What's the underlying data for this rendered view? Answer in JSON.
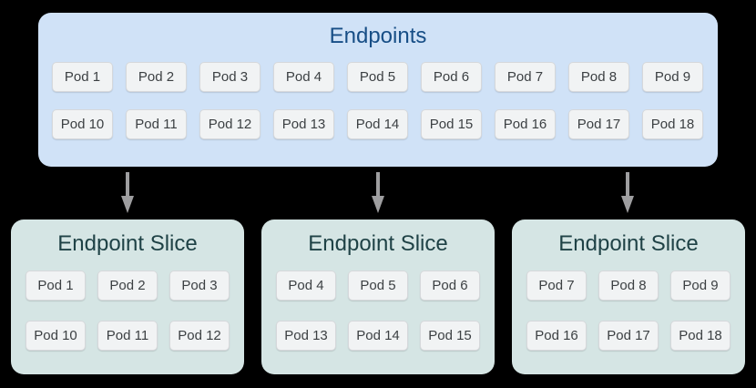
{
  "canvas": {
    "background": "#000000"
  },
  "endpoints": {
    "title": "Endpoints",
    "pods": [
      "Pod 1",
      "Pod 2",
      "Pod 3",
      "Pod 4",
      "Pod 5",
      "Pod 6",
      "Pod 7",
      "Pod 8",
      "Pod 9",
      "Pod 10",
      "Pod 11",
      "Pod 12",
      "Pod 13",
      "Pod 14",
      "Pod 15",
      "Pod 16",
      "Pod 17",
      "Pod 18"
    ]
  },
  "slices": [
    {
      "title": "Endpoint Slice",
      "pods": [
        "Pod 1",
        "Pod 2",
        "Pod 3",
        "Pod 10",
        "Pod 11",
        "Pod 12"
      ]
    },
    {
      "title": "Endpoint Slice",
      "pods": [
        "Pod 4",
        "Pod 5",
        "Pod 6",
        "Pod 13",
        "Pod 14",
        "Pod 15"
      ]
    },
    {
      "title": "Endpoint Slice",
      "pods": [
        "Pod 7",
        "Pod 8",
        "Pod 9",
        "Pod 16",
        "Pod 17",
        "Pod 18"
      ]
    }
  ],
  "arrows": {
    "count": 3,
    "direction": "down",
    "color": "#9e9ea0"
  },
  "colors": {
    "background": "#000000",
    "endpoints_box_bg": "#d0e2f7",
    "endpoints_title": "#174e86",
    "slice_box_bg": "#d5e5e4",
    "slice_title": "#1f4246",
    "pod_bg": "#f1f3f4",
    "pod_border": "#d6d8db",
    "pod_text": "#3c4043",
    "arrow": "#9e9ea0"
  }
}
